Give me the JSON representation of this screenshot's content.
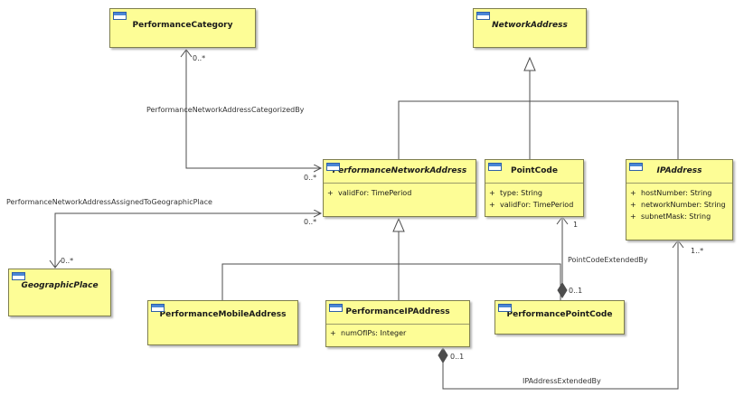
{
  "classes": {
    "performance_category": {
      "name": "PerformanceCategory"
    },
    "network_address": {
      "name": "NetworkAddress"
    },
    "performance_network_address": {
      "name": "PerformanceNetworkAddress",
      "attributes": [
        {
          "vis": "+",
          "text": "validFor: TimePeriod"
        }
      ]
    },
    "point_code": {
      "name": "PointCode",
      "attributes": [
        {
          "vis": "+",
          "text": "type: String"
        },
        {
          "vis": "+",
          "text": "validFor: TimePeriod"
        }
      ]
    },
    "ip_address": {
      "name": "IPAddress",
      "attributes": [
        {
          "vis": "+",
          "text": "hostNumber: String"
        },
        {
          "vis": "+",
          "text": "networkNumber: String"
        },
        {
          "vis": "+",
          "text": "subnetMask: String"
        }
      ]
    },
    "geographic_place": {
      "name": "GeographicPlace"
    },
    "performance_mobile_address": {
      "name": "PerformanceMobileAddress"
    },
    "performance_ip_address": {
      "name": "PerformanceIPAddress",
      "attributes": [
        {
          "vis": "+",
          "text": "numOfIPs: Integer"
        }
      ]
    },
    "performance_point_code": {
      "name": "PerformancePointCode"
    }
  },
  "associations": {
    "categorized_by": {
      "name": "PerformanceNetworkAddressCategorizedBy",
      "mult_source": "0..*",
      "mult_target": "0..*"
    },
    "assigned_to": {
      "name": "PerformanceNetworkAddressAssignedToGeographicPlace",
      "mult_source": "0..*",
      "mult_target": "0..*"
    },
    "pointcode_extended": {
      "name": "PointCodeExtendedBy",
      "mult_source": "1",
      "mult_target": "0..1"
    },
    "ipaddress_extended": {
      "name": "IPAddressExtendedBy",
      "mult_source": "1..*",
      "mult_target": "0..1"
    }
  },
  "colors": {
    "class_fill": "#fdfd96",
    "class_border": "#7f7f4f",
    "line": "#4d4d4d",
    "icon": "#4a86d6"
  }
}
